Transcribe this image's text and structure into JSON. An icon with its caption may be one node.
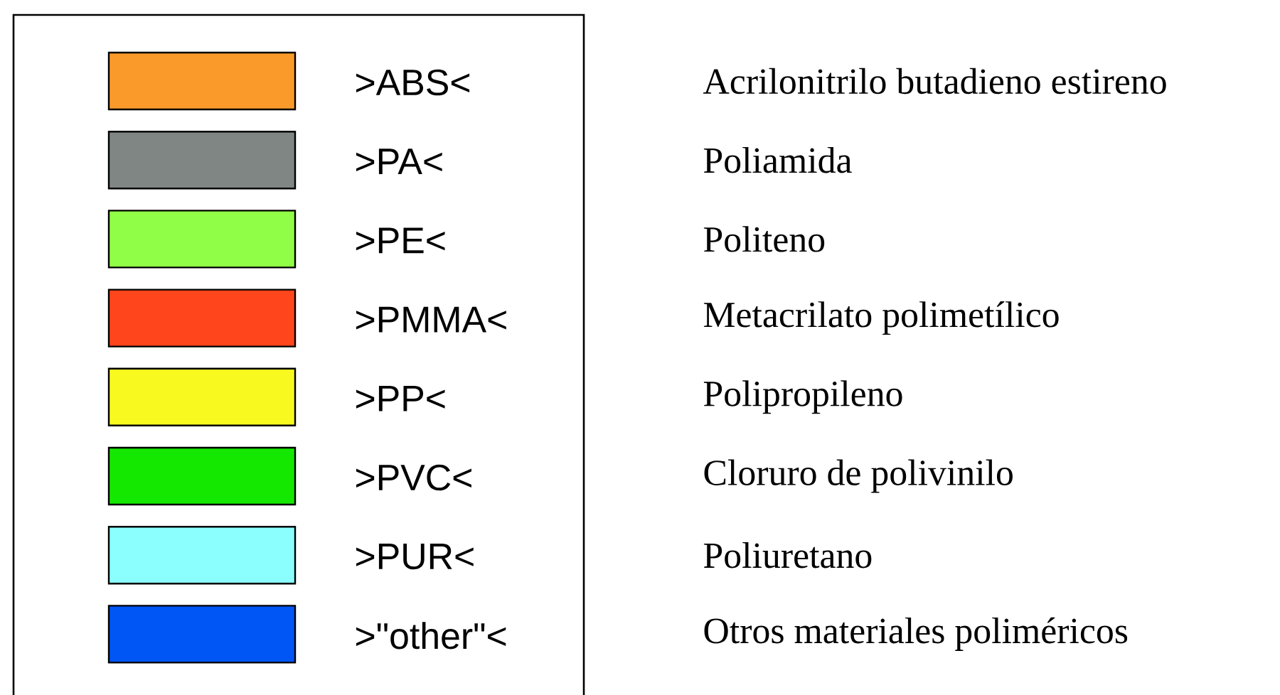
{
  "diagram": {
    "legend": [
      {
        "text": ">ABS<",
        "color": "#f99a2a"
      },
      {
        "text": ">PA<",
        "color": "#7f8683"
      },
      {
        "text": ">PE<",
        "color": "#90fd46"
      },
      {
        "text": ">PMMA<",
        "color": "#ff451c"
      },
      {
        "text": ">PP<",
        "color": "#f8f91f"
      },
      {
        "text": ">PVC<",
        "color": "#15e800"
      },
      {
        "text": ">PUR<",
        "color": "#8afffd"
      },
      {
        "text": ">\"other\"<",
        "color": "#0055f5"
      }
    ],
    "labels": [
      "Acrilonitrilo butadieno estireno",
      "Poliamida",
      "Politeno",
      "Metacrilato polimetílico",
      "Polipropileno",
      "Cloruro de polivinilo",
      "Poliuretano",
      "Otros materiales poliméricos"
    ]
  }
}
